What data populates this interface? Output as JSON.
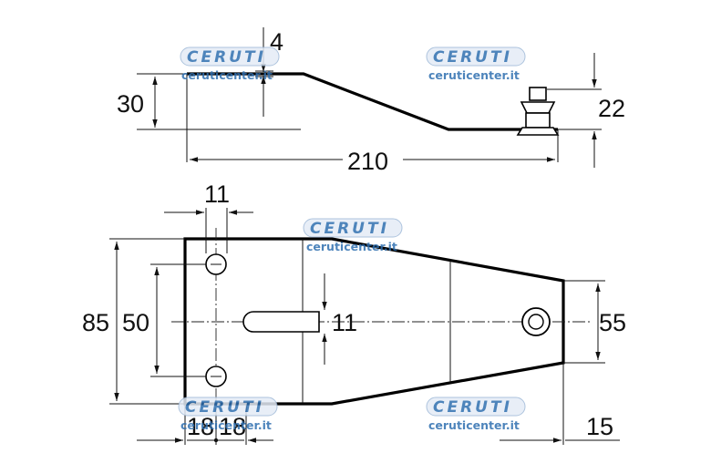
{
  "top_view": {
    "dim_thickness": "4",
    "dim_height": "30",
    "dim_stud": "22",
    "dim_length": "210"
  },
  "plan_view": {
    "dim_hole_pitch_top": "11",
    "dim_width_total": "85",
    "dim_hole_spacing": "50",
    "dim_slot_width": "11",
    "dim_end_width": "55",
    "dim_left_a": "18",
    "dim_left_b": "18",
    "dim_end_offset": "15"
  },
  "watermark": {
    "brand": "CERUTI",
    "url": "ceruticenter.it",
    "color": "#2f6fb0"
  }
}
